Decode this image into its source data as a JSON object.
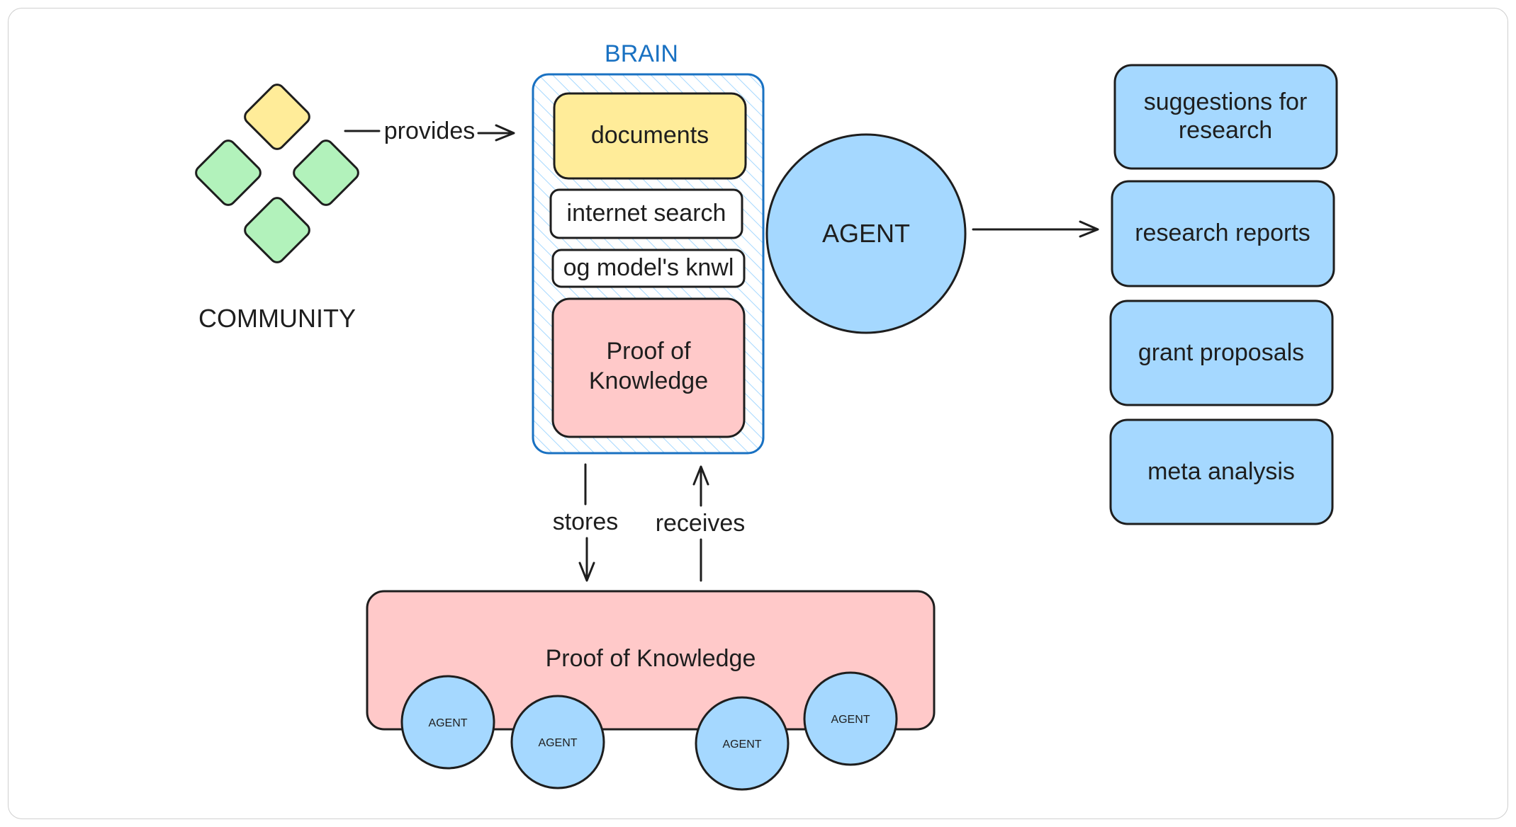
{
  "community": {
    "label": "COMMUNITY"
  },
  "edges": {
    "provides": "provides",
    "stores": "stores",
    "receives": "receives"
  },
  "brain": {
    "title": "BRAIN",
    "items": [
      {
        "label": "documents"
      },
      {
        "label": "internet search"
      },
      {
        "label": "og model's knwl"
      },
      {
        "label_line1": "Proof of",
        "label_line2": "Knowledge"
      }
    ]
  },
  "agent": {
    "label": "AGENT"
  },
  "outputs": [
    {
      "line1": "suggestions for",
      "line2": "research"
    },
    {
      "line1": "research reports"
    },
    {
      "line1": "grant proposals"
    },
    {
      "line1": "meta analysis"
    }
  ],
  "pok_network": {
    "label": "Proof of Knowledge",
    "agents": [
      "AGENT",
      "AGENT",
      "AGENT",
      "AGENT"
    ]
  },
  "colors": {
    "yellow": "#ffec99",
    "green": "#b2f2bb",
    "blue": "#a5d8ff",
    "pink": "#ffc9c9",
    "brain_border": "#1971c2",
    "stroke": "#1e1e1e"
  }
}
